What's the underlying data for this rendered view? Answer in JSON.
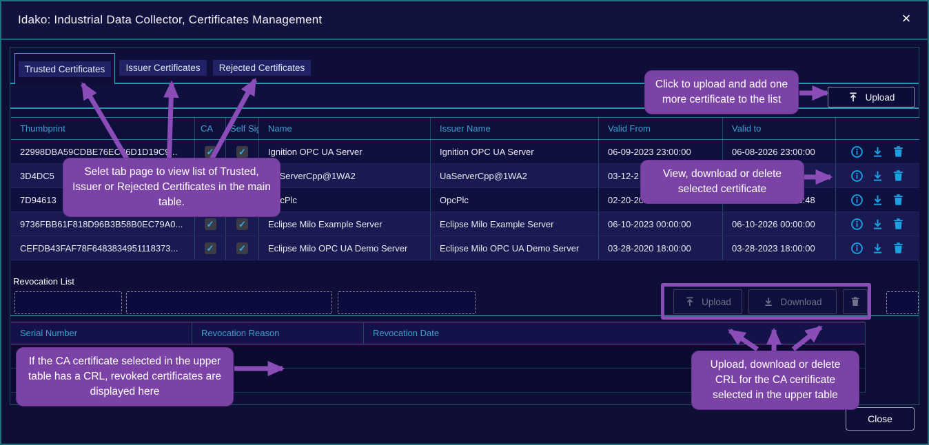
{
  "window": {
    "title": "Idako: Industrial Data Collector, Certificates Management"
  },
  "icons": {
    "check": "✓",
    "close": "×"
  },
  "colors": {
    "accent_purple": "#7c43a6",
    "icon_blue": "#1ba0e1",
    "header_text_blue": "#3f9fd0",
    "teal_border": "#2b93ae",
    "background_navy": "#0e0e36"
  },
  "tabs": {
    "items": [
      {
        "label": "Trusted Certificates",
        "active": true
      },
      {
        "label": "Issuer Certificates",
        "active": false
      },
      {
        "label": "Rejected Certificates",
        "active": false
      }
    ]
  },
  "toolbar": {
    "upload_label": "Upload"
  },
  "cert_table": {
    "headers": {
      "thumbprint": "Thumbprint",
      "ca": "CA",
      "self_signed": "Self Signed",
      "name": "Name",
      "issuer": "Issuer Name",
      "valid_from": "Valid From",
      "valid_to": "Valid to"
    },
    "rows": [
      {
        "thumbprint": "22998DBA59CDBE76EC86D1D19C9...",
        "ca": true,
        "self_signed": true,
        "name": "Ignition OPC UA Server",
        "issuer": "Ignition OPC UA Server",
        "valid_from": "06-09-2023 23:00:00",
        "valid_to": "06-08-2026 23:00:00"
      },
      {
        "thumbprint": "3D4DC5",
        "ca": true,
        "self_signed": true,
        "name": "UaServerCpp@1WA2",
        "issuer": "UaServerCpp@1WA2",
        "valid_from": "03-12-2",
        "valid_to": ""
      },
      {
        "thumbprint": "7D94613",
        "ca": true,
        "self_signed": true,
        "name": "OpcPlc",
        "issuer": "OpcPlc",
        "valid_from": "02-20-2021 18:58:48",
        "valid_to": "02-20-2022 18:58:48"
      },
      {
        "thumbprint": "9736FBB61F818D96B3B58B0EC79A0...",
        "ca": true,
        "self_signed": true,
        "name": "Eclipse Milo Example Server",
        "issuer": "Eclipse Milo Example Server",
        "valid_from": "06-10-2023 00:00:00",
        "valid_to": "06-10-2026 00:00:00"
      },
      {
        "thumbprint": "CEFDB43FAF78F6483834951118373...",
        "ca": true,
        "self_signed": true,
        "name": "Eclipse Milo OPC UA Demo Server",
        "issuer": "Eclipse Milo OPC UA Demo Server",
        "valid_from": "03-28-2020 18:00:00",
        "valid_to": "03-28-2023 18:00:00"
      }
    ]
  },
  "revocation": {
    "label": "Revocation List",
    "upload_label": "Upload",
    "download_label": "Download",
    "headers": {
      "serial": "Serial Number",
      "reason": "Revocation Reason",
      "date": "Revocation Date"
    }
  },
  "callouts": {
    "tabs": "Selet tab page to view list of Trusted, Issuer or Rejected Certificates in the main table.",
    "upload": "Click to upload and add one more certificate to the list",
    "actions": "View, download or delete selected certificate",
    "crl_table": "If the CA certificate selected in the upper table has a CRL, revoked certificates are displayed here",
    "crl_buttons": "Upload, download or delete CRL for the CA certificate selected in the upper table"
  },
  "footer": {
    "close_label": "Close"
  }
}
